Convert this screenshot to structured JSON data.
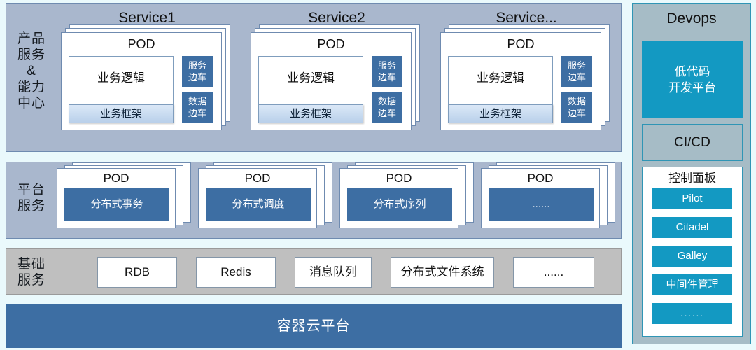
{
  "rows": {
    "products": {
      "label": "产品\n服务\n&\n能力\n中心",
      "label_lines": [
        "产品",
        "服务",
        "&",
        "能力",
        "中心"
      ],
      "services": [
        {
          "title": "Service1",
          "pod_title": "POD",
          "biz_logic": "业务逻辑",
          "biz_frame": "业务框架",
          "sidecars": [
            "服务\n边车",
            "数据\n边车"
          ],
          "sidecar_labels": [
            [
              "服务",
              "边车"
            ],
            [
              "数据",
              "边车"
            ]
          ]
        },
        {
          "title": "Service2",
          "pod_title": "POD",
          "biz_logic": "业务逻辑",
          "biz_frame": "业务框架",
          "sidecar_labels": [
            [
              "服务",
              "边车"
            ],
            [
              "数据",
              "边车"
            ]
          ]
        },
        {
          "title": "Service...",
          "pod_title": "POD",
          "biz_logic": "业务逻辑",
          "biz_frame": "业务框架",
          "sidecar_labels": [
            [
              "服务",
              "边车"
            ],
            [
              "数据",
              "边车"
            ]
          ]
        }
      ]
    },
    "platform": {
      "label_lines": [
        "平台",
        "服务"
      ],
      "pods": [
        {
          "title": "POD",
          "body": "分布式事务"
        },
        {
          "title": "POD",
          "body": "分布式调度"
        },
        {
          "title": "POD",
          "body": "分布式序列"
        },
        {
          "title": "POD",
          "body": "......"
        }
      ]
    },
    "basic": {
      "label_lines": [
        "基础",
        "服务"
      ],
      "items": [
        "RDB",
        "Redis",
        "消息队列",
        "分布式文件系统",
        "......"
      ]
    },
    "cloud": {
      "label": "容器云平台"
    }
  },
  "devops": {
    "title": "Devops",
    "lowcode_lines": [
      "低代码",
      "开发平台"
    ],
    "cicd": "CI/CD",
    "control_panel": {
      "title": "控制面板",
      "items": [
        "Pilot",
        "Citadel",
        "Galley",
        "中间件管理",
        "......"
      ]
    }
  },
  "colors": {
    "page_background": "#eaf9fc",
    "panel_blue_gray": "#a9b7cd",
    "panel_gray": "#bfbfbf",
    "panel_border": "#6f8bb0",
    "accent_blue": "#3d6ea3",
    "accent_teal": "#1399c2",
    "devops_panel": "#a6bcc6",
    "devops_border": "#2f95b5",
    "card_white": "#ffffff"
  }
}
